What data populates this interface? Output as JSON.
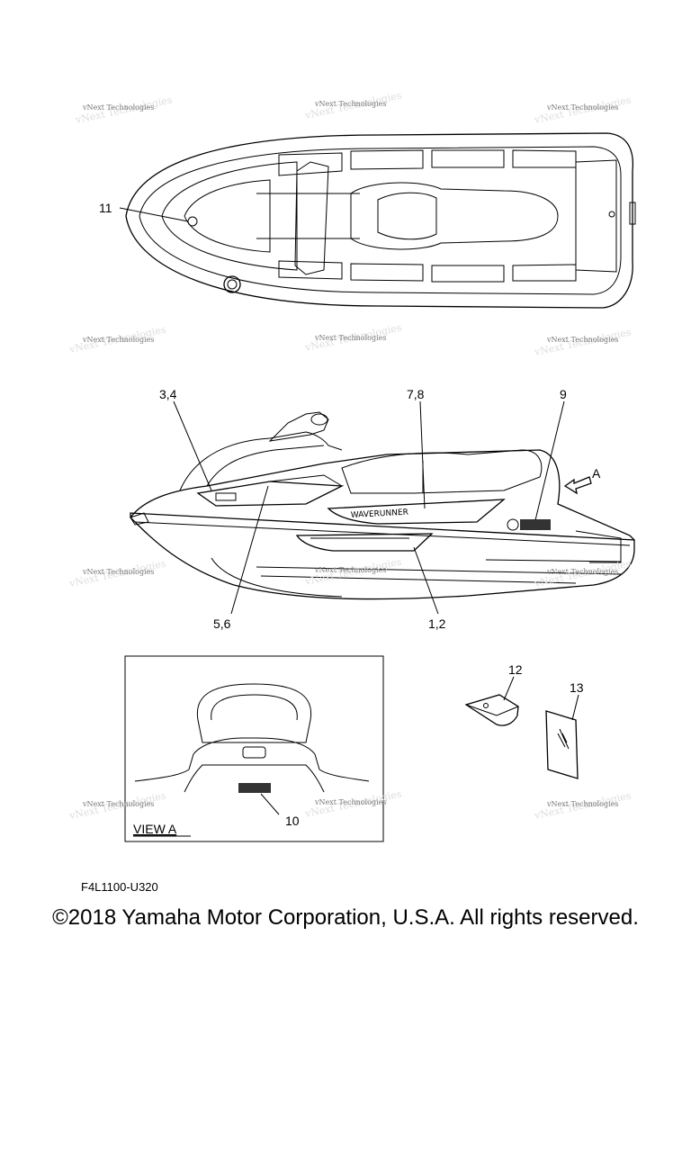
{
  "callouts": {
    "c11": "11",
    "c34": "3,4",
    "c78": "7,8",
    "c9": "9",
    "ca": "A",
    "c56": "5,6",
    "c12": "1,2",
    "c10": "10",
    "c12b": "12",
    "c13": "13"
  },
  "view_label": "VIEW A",
  "watermark": "vNext Technologies",
  "diagram_code": "F4L1100-U320",
  "copyright": "©2018 Yamaha Motor Corporation, U.S.A. All rights reserved."
}
